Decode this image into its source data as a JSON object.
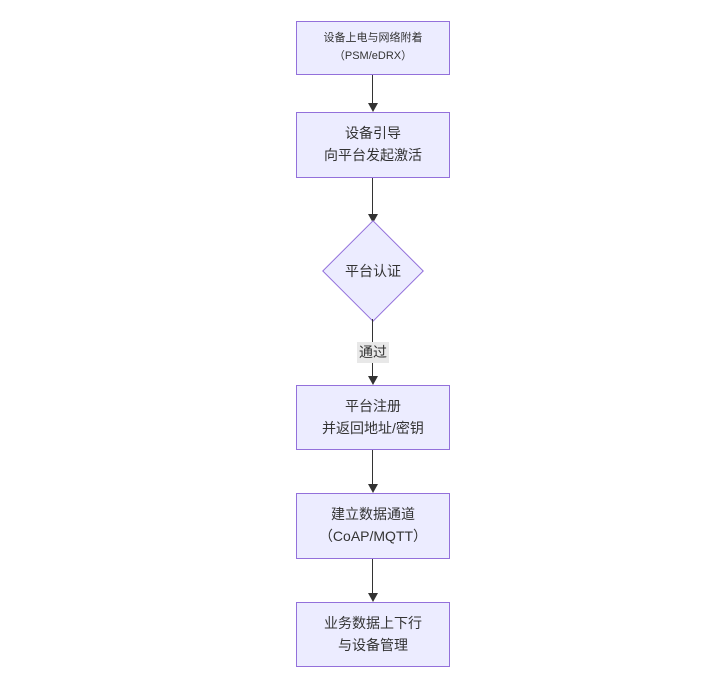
{
  "diagram": {
    "type": "flowchart",
    "direction": "top-down",
    "nodes": [
      {
        "id": "power-attach",
        "shape": "rect",
        "line1": "设备上电与网络附着",
        "line2": "（PSM/eDRX）"
      },
      {
        "id": "bootstrap",
        "shape": "rect",
        "line1": "设备引导",
        "line2": "向平台发起激活"
      },
      {
        "id": "platform-auth",
        "shape": "diamond",
        "label": "平台认证"
      },
      {
        "id": "register",
        "shape": "rect",
        "line1": "平台注册",
        "line2": "并返回地址/密钥"
      },
      {
        "id": "data-channel",
        "shape": "rect",
        "line1": "建立数据通道",
        "line2": "（CoAP/MQTT）"
      },
      {
        "id": "business",
        "shape": "rect",
        "line1": "业务数据上下行",
        "line2": "与设备管理"
      }
    ],
    "edge_label": {
      "text": "通过"
    },
    "colors": {
      "node_fill": "#ECECFF",
      "node_border": "#9370DB",
      "text": "#333333",
      "edge": "#333333",
      "edge_label_bg": "#e8e8e8",
      "canvas_bg": "#ffffff"
    }
  }
}
